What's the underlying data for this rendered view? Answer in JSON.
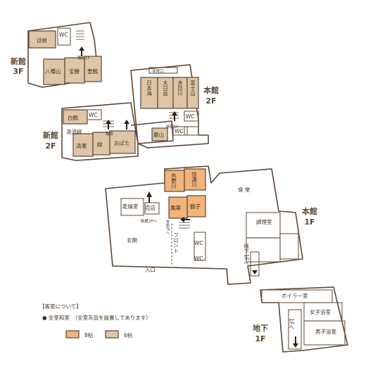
{
  "floors": {
    "shinkan_3f": {
      "name": "新館",
      "level": "3F"
    },
    "honkan_2f": {
      "name": "本館",
      "level": "2F"
    },
    "shinkan_2f": {
      "name": "新館",
      "level": "2F"
    },
    "honkan_1f": {
      "name": "本館",
      "level": "1F"
    },
    "chika_1f": {
      "name": "地下",
      "level": "1F"
    }
  },
  "rooms_3f": {
    "r1": "ほ前",
    "r2": "八幡山",
    "r3": "宝勝",
    "r4": "雲鶴",
    "wc": "WC",
    "stairs": "階段1F"
  },
  "rooms_h2f": {
    "r1": "日本海",
    "r2": "大日岳",
    "r3": "多目川",
    "r4": "富士山",
    "ex": "非常口",
    "wc": "WC",
    "stairs": "新館1F"
  },
  "rooms_s2f": {
    "r1": "白鶴",
    "r2": "清濁",
    "r3": "清流峡",
    "r4": "緑",
    "r5": "おばた",
    "r6": "巌山",
    "wc": "WC",
    "stairs": "階段"
  },
  "rooms_h1f": {
    "r1": "色野川",
    "r2": "信濃川",
    "r3": "鳳華",
    "r4": "鶴子",
    "dining": "食 堂",
    "kitchen": "調理室",
    "dry": "乾燥室",
    "shop": "売店",
    "entrance_hall": "玄関",
    "front": "フロント",
    "wc": "WC",
    "to_b1": "地下1Fへ",
    "stairs_label": "新館2Fへ",
    "stairs_label2": "本館2Fへ",
    "entrance": "入口"
  },
  "rooms_b1f": {
    "boiler": "ボイラー室",
    "women": "女子浴室",
    "men": "男子浴室",
    "stairs": "1Fへ"
  },
  "legend": {
    "title": "【客室について】",
    "note": "● 全室和室　（全室灰皿を設置してあります）",
    "item8": "8帖",
    "item6": "6帖",
    "color8": "#f1b47a",
    "color6": "#dec5a6"
  }
}
